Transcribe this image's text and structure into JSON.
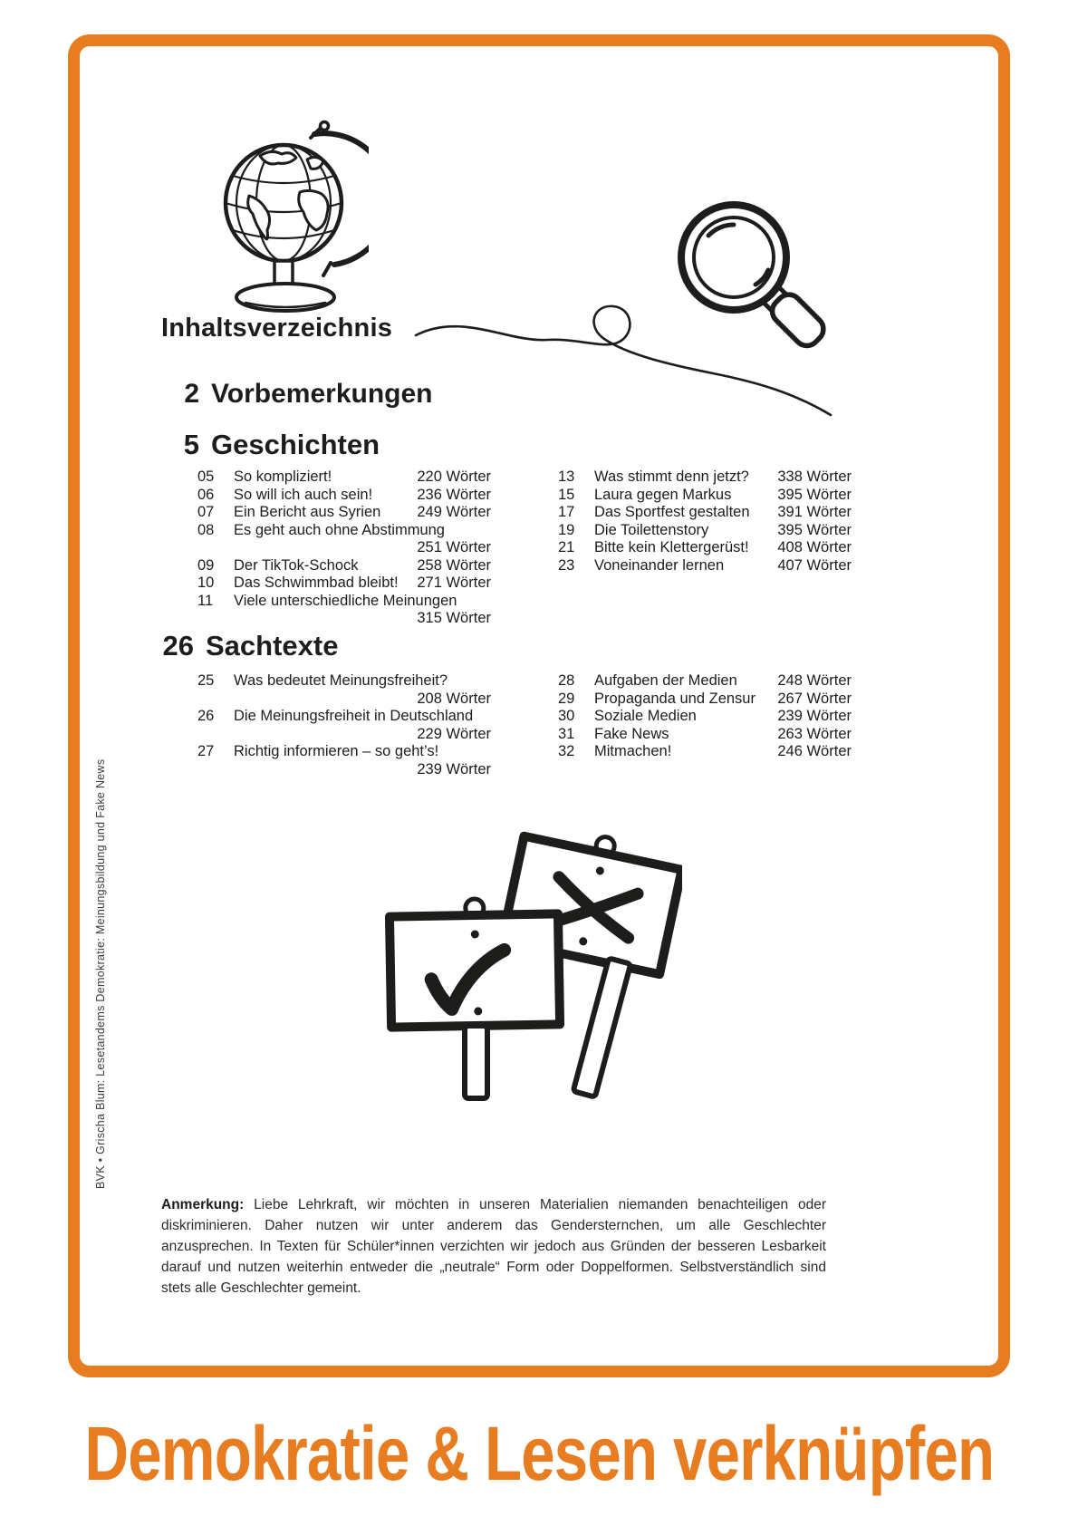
{
  "colors": {
    "accent": "#E87C20",
    "ink": "#1d1d1b"
  },
  "page": {
    "banner": "Demokratie & Lesen verknüpfen",
    "side_label": "BVK • Grischa Blum: Lesetandems Demokratie: Meinungsbildung und Fake News"
  },
  "illustrations": {
    "globe": "globe-icon",
    "magnifier": "magnifying-glass-icon",
    "signs": "protest-signs-icon"
  },
  "toc": {
    "title": "Inhaltsverzeichnis",
    "vorbemerkungen": {
      "num": "2",
      "title": "Vorbemerkungen"
    },
    "geschichten": {
      "num": "5",
      "title": "Geschichten",
      "left": [
        {
          "num": "05",
          "title": "So kompliziert!",
          "words": "220 Wörter"
        },
        {
          "num": "06",
          "title": "So will ich auch sein!",
          "words": "236 Wörter"
        },
        {
          "num": "07",
          "title": "Ein Bericht aus Syrien",
          "words": "249 Wörter"
        },
        {
          "num": "08",
          "title": "Es geht auch ohne Abstimmung",
          "words": "251 Wörter"
        },
        {
          "num": "09",
          "title": "Der TikTok-Schock",
          "words": "258 Wörter"
        },
        {
          "num": "10",
          "title": "Das Schwimmbad bleibt!",
          "words": "271 Wörter"
        },
        {
          "num": "11",
          "title": "Viele unterschiedliche Meinungen",
          "words": "315 Wörter"
        }
      ],
      "right": [
        {
          "num": "13",
          "title": "Was stimmt denn jetzt?",
          "words": "338 Wörter"
        },
        {
          "num": "15",
          "title": "Laura gegen Markus",
          "words": "395 Wörter"
        },
        {
          "num": "17",
          "title": "Das Sportfest gestalten",
          "words": "391 Wörter"
        },
        {
          "num": "19",
          "title": "Die Toilettenstory",
          "words": "395 Wörter"
        },
        {
          "num": "21",
          "title": "Bitte kein Klettergerüst!",
          "words": "408 Wörter"
        },
        {
          "num": "23",
          "title": "Voneinander lernen",
          "words": "407 Wörter"
        }
      ]
    },
    "sachtexte": {
      "num": "26",
      "title": "Sachtexte",
      "left": [
        {
          "num": "25",
          "title": "Was bedeutet Meinungsfreiheit?",
          "words": "208 Wörter"
        },
        {
          "num": "26",
          "title": "Die Meinungsfreiheit in Deutschland",
          "words": "229 Wörter"
        },
        {
          "num": "27",
          "title": "Richtig informieren – so geht’s!",
          "words": "239 Wörter"
        }
      ],
      "right": [
        {
          "num": "28",
          "title": "Aufgaben der Medien",
          "words": "248 Wörter"
        },
        {
          "num": "29",
          "title": "Propaganda und Zensur",
          "words": "267 Wörter"
        },
        {
          "num": "30",
          "title": "Soziale Medien",
          "words": "239 Wörter"
        },
        {
          "num": "31",
          "title": "Fake News",
          "words": "263 Wörter"
        },
        {
          "num": "32",
          "title": "Mitmachen!",
          "words": "246 Wörter"
        }
      ]
    }
  },
  "note": {
    "label": "Anmerkung:",
    "text": "Liebe Lehrkraft, wir möchten in unseren Materialien niemanden benachteiligen oder diskriminieren. Daher nutzen wir unter anderem das Gendersternchen, um alle Geschlechter anzusprechen. In Texten für Schüler*innen verzichten wir jedoch aus Gründen der besseren Lesbarkeit darauf und nutzen weiterhin entweder die „neutrale“ Form oder Doppelformen. Selbstverständlich sind stets alle Geschlechter gemeint."
  }
}
